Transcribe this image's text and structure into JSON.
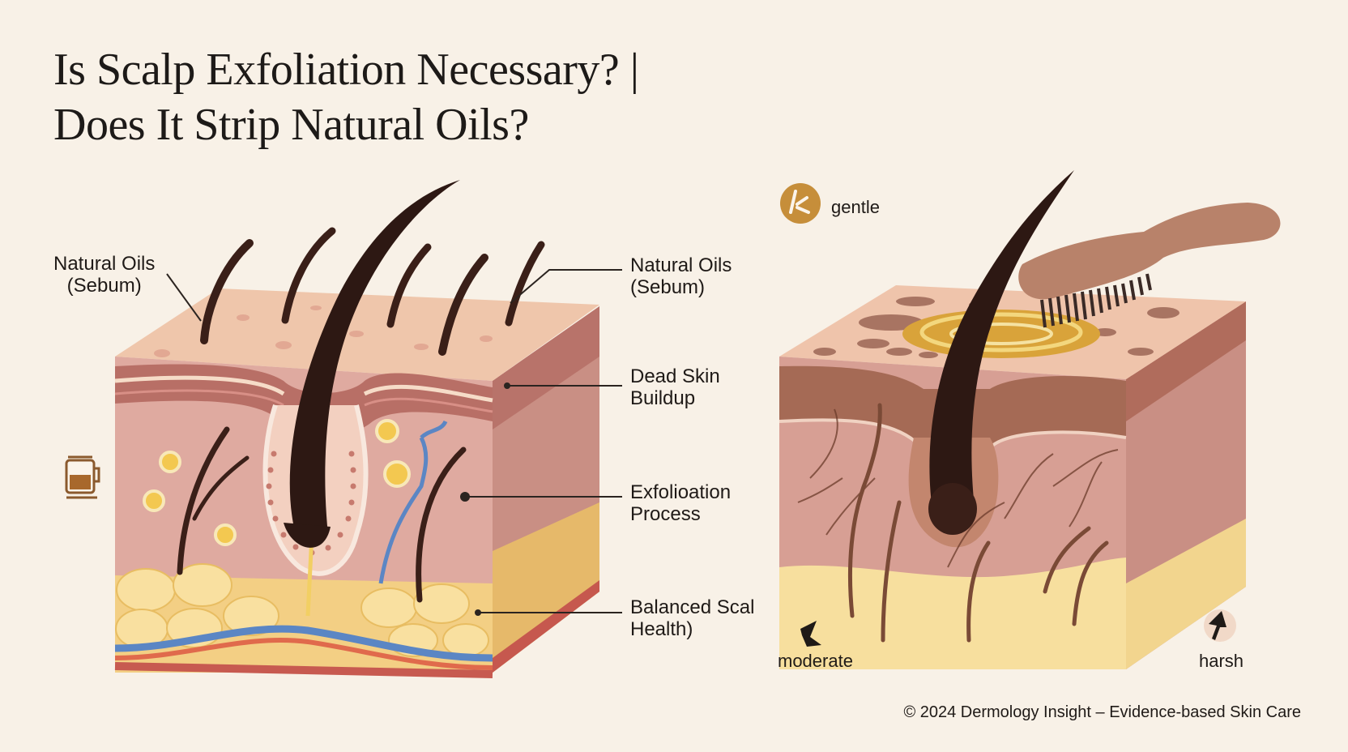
{
  "title": {
    "line1": "Is Scalp Exfoliation Necessary? |",
    "line2": "Does It Strip Natural Oils?"
  },
  "left_diagram": {
    "labels": {
      "oils_left": {
        "line1": "Natural Oils",
        "line2": "(Sebum)"
      },
      "oils_right": {
        "line1": "Natural Oils",
        "line2": "(Sebum)"
      },
      "dead_skin": {
        "line1": "Dead Skin",
        "line2": "Buildup"
      },
      "exfoliation": {
        "line1": "Exfolioation",
        "line2": "Process"
      },
      "balanced": {
        "line1": "Balanced Scal",
        "line2": "Health)"
      }
    }
  },
  "right_diagram": {
    "levels": {
      "gentle": "gentle",
      "moderate": "moderate",
      "harsh": "harsh"
    }
  },
  "icons": {
    "gentle_badge": "gentle-level-icon",
    "cup": "oil-cup-icon",
    "moderate_arrow": "arrow-down-icon",
    "harsh_arrow": "arrow-up-icon"
  },
  "colors": {
    "background": "#f8f1e7",
    "skin_top": "#efc6ab",
    "dermis": "#dfa89c",
    "fat": "#f7d98f",
    "hair": "#3a1f18",
    "accent_gold": "#c68e3a"
  },
  "footer": {
    "copyright": "© 2024 Dermology Insight – Evidence-based Skin Care"
  }
}
